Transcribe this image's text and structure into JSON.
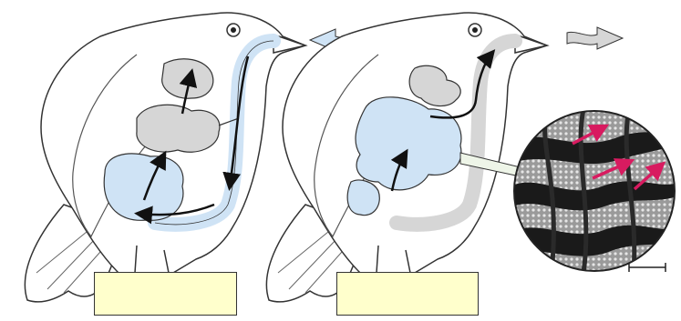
{
  "panels": [
    {
      "id": "inhalation",
      "label": ""
    },
    {
      "id": "exhalation",
      "label": ""
    }
  ],
  "colors": {
    "background": "#ffffff",
    "outline": "#333333",
    "body_fill": "#ffffff",
    "air_sac_blue": "#cfe3f5",
    "lung_gray": "#d6d6d6",
    "label_box_fill": "#ffffcc",
    "airflow_arrow_red": "#d81b60",
    "micrograph_dark": "#1a1a1a",
    "micrograph_light": "#cfcfcf"
  },
  "airflow": {
    "inhalation_arrow": "blue-incoming-arrow",
    "exhalation_arrow": "gray-outgoing-arrow"
  },
  "scale_bar": {
    "label": ""
  },
  "micrograph": {
    "arrow_count": 3,
    "arrow_icon": "red-airflow-arrow-icon"
  }
}
